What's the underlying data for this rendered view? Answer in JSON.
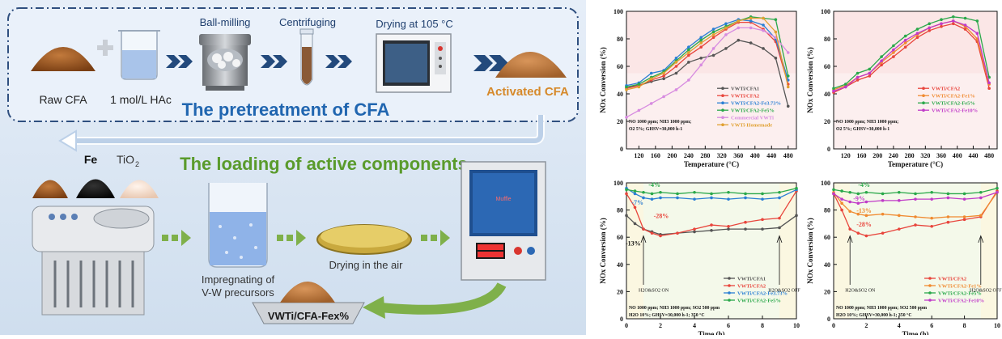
{
  "scheme": {
    "pretreat": {
      "raw": "Raw CFA",
      "hac": "1 mol/L HAc",
      "ball": "Ball-milling",
      "centri": "Centrifuging",
      "drying": "Drying at 105 °C",
      "activated": "Activated CFA",
      "title": "The pretreatment of CFA"
    },
    "loading": {
      "title": "The loading of active components",
      "fe": "Fe",
      "tio2": "TiO",
      "tio2_sub": "2",
      "impreg1": "Impregnating of",
      "impreg2": "V-W precursors",
      "dry_air": "Drying in the air",
      "product": "VWTi/CFA-Fex%",
      "oven_label": "Muffle"
    },
    "colors": {
      "bg": "#dce8f4",
      "frame": "#3a5a8a",
      "arrow": "#2e5d8c",
      "green": "#7fb04a",
      "blue_text": "#2166b0",
      "orange_text": "#d6892a"
    }
  },
  "chart_data": [
    {
      "type": "line",
      "xlabel": "Temperature (°C)",
      "ylabel": "NOx Conversion (%)",
      "xlim": [
        90,
        500
      ],
      "ylim": [
        0,
        100
      ],
      "xticks": [
        120,
        160,
        200,
        240,
        280,
        320,
        360,
        400,
        440,
        480
      ],
      "yticks": [
        0,
        20,
        40,
        60,
        80,
        100
      ],
      "x": [
        90,
        120,
        150,
        180,
        210,
        240,
        270,
        300,
        330,
        360,
        390,
        420,
        450,
        480
      ],
      "condition": [
        "NO 1000 ppm; NH3 1000 ppm;",
        "O2 5%; GHSV=30,000 h-1"
      ],
      "series": [
        {
          "name": "VWTi/CFA1",
          "color": "#555555",
          "values": [
            45,
            46,
            49,
            51,
            55,
            63,
            66,
            68,
            73,
            79,
            77,
            73,
            66,
            31
          ]
        },
        {
          "name": "VWTi/CFA2",
          "color": "#e8453c",
          "values": [
            44,
            46,
            50,
            53,
            60,
            68,
            74,
            81,
            87,
            92,
            92,
            87,
            78,
            47
          ]
        },
        {
          "name": "VWTi/CFA2-Fe3.73%",
          "color": "#2a7fd4",
          "values": [
            46,
            48,
            55,
            57,
            66,
            74,
            81,
            87,
            91,
            94,
            93,
            90,
            80,
            50
          ]
        },
        {
          "name": "VWTi/CFA2-Fe5%",
          "color": "#2aa84a",
          "values": [
            45,
            47,
            52,
            56,
            64,
            72,
            79,
            85,
            89,
            93,
            96,
            95,
            94,
            53
          ]
        },
        {
          "name": "Commercial VWTi",
          "color": "#d78be0",
          "values": [
            23,
            28,
            33,
            38,
            43,
            50,
            61,
            73,
            83,
            88,
            88,
            86,
            81,
            70
          ]
        },
        {
          "name": "VWTi-Homemade",
          "color": "#e0a030",
          "values": [
            43,
            45,
            51,
            55,
            63,
            70,
            77,
            83,
            88,
            93,
            95,
            95,
            85,
            45
          ]
        }
      ]
    },
    {
      "type": "line",
      "xlabel": "Temperature (°C)",
      "ylabel": "NOx Conversion (%)",
      "xlim": [
        90,
        500
      ],
      "ylim": [
        0,
        100
      ],
      "xticks": [
        120,
        160,
        200,
        240,
        280,
        320,
        360,
        400,
        440,
        480
      ],
      "yticks": [
        0,
        20,
        40,
        60,
        80,
        100
      ],
      "x": [
        90,
        120,
        150,
        180,
        210,
        240,
        270,
        300,
        330,
        360,
        390,
        420,
        450,
        480
      ],
      "condition": [
        "NO 1000 ppm; NH3 1000 ppm;",
        "O2 5%; GHSV=30,000 h-1"
      ],
      "series": [
        {
          "name": "VWTi/CFA2",
          "color": "#e8453c",
          "values": [
            41,
            45,
            50,
            53,
            61,
            67,
            74,
            81,
            86,
            89,
            91,
            87,
            78,
            44
          ]
        },
        {
          "name": "VWTi/CFA2-Fe1%",
          "color": "#f08a30",
          "values": [
            43,
            46,
            52,
            55,
            63,
            70,
            77,
            83,
            88,
            91,
            93,
            89,
            80,
            47
          ]
        },
        {
          "name": "VWTi/CFA2-Fe5%",
          "color": "#2aa84a",
          "values": [
            44,
            47,
            55,
            58,
            67,
            75,
            82,
            87,
            91,
            94,
            96,
            95,
            93,
            52
          ]
        },
        {
          "name": "VWTi/CFA2-Fe10%",
          "color": "#c03ac8",
          "values": [
            42,
            45,
            52,
            55,
            64,
            72,
            79,
            84,
            88,
            91,
            93,
            90,
            84,
            48
          ]
        }
      ]
    },
    {
      "type": "line",
      "xlabel": "Time (h)",
      "ylabel": "NOx Conversion (%)",
      "xlim": [
        0,
        10
      ],
      "ylim": [
        0,
        100
      ],
      "xticks": [
        0,
        2,
        4,
        6,
        8,
        10
      ],
      "yticks": [
        0,
        20,
        40,
        60,
        80,
        100
      ],
      "x": [
        0,
        0.5,
        1,
        1.5,
        2,
        3,
        4,
        5,
        6,
        7,
        8,
        9,
        10
      ],
      "events": [
        {
          "x": 1,
          "label": "H2O&SO2 ON"
        },
        {
          "x": 9,
          "label": "H2O&SO2 OFF"
        }
      ],
      "annotations": [
        "-4%",
        "-7%",
        "-28%",
        "-13%"
      ],
      "condition": [
        "NO 1000 ppm; NH3 1000 ppm; SO2 500 ppm",
        "H2O 10%; GHSV=30,000 h-1; 350 °C"
      ],
      "series": [
        {
          "name": "VWTi/CFA1",
          "color": "#555555",
          "values": [
            76,
            70,
            66,
            64,
            62,
            63,
            64,
            65,
            66,
            66,
            66,
            67,
            76
          ]
        },
        {
          "name": "VWTi/CFA2",
          "color": "#e8453c",
          "values": [
            92,
            82,
            66,
            63,
            61,
            63,
            66,
            69,
            68,
            71,
            73,
            74,
            94
          ]
        },
        {
          "name": "VWTi/CFA2-Fe3.73%",
          "color": "#2a7fd4",
          "values": [
            96,
            92,
            89,
            88,
            89,
            89,
            88,
            89,
            88,
            89,
            88,
            89,
            95
          ]
        },
        {
          "name": "VWTi/CFA2-Fe5%",
          "color": "#2aa84a",
          "values": [
            95,
            94,
            93,
            92,
            93,
            92,
            93,
            92,
            93,
            92,
            92,
            93,
            96
          ]
        }
      ]
    },
    {
      "type": "line",
      "xlabel": "Time (h)",
      "ylabel": "NOx Conversion (%)",
      "xlim": [
        0,
        10
      ],
      "ylim": [
        0,
        100
      ],
      "xticks": [
        0,
        2,
        4,
        6,
        8,
        10
      ],
      "yticks": [
        0,
        20,
        40,
        60,
        80,
        100
      ],
      "x": [
        0,
        0.5,
        1,
        1.5,
        2,
        3,
        4,
        5,
        6,
        7,
        8,
        9,
        10
      ],
      "events": [
        {
          "x": 1,
          "label": "H2O&SO2 ON"
        },
        {
          "x": 9,
          "label": "H2O&SO2 OFF"
        }
      ],
      "annotations": [
        "-4%",
        "-9%",
        "-13%",
        "-28%"
      ],
      "condition": [
        "NO 1000 ppm; NH3 1000 ppm; SO2 500 ppm",
        "H2O 10%; GHSV=30,000 h-1; 350 °C"
      ],
      "series": [
        {
          "name": "VWTi/CFA2",
          "color": "#e8453c",
          "values": [
            92,
            80,
            66,
            63,
            61,
            63,
            66,
            69,
            68,
            71,
            73,
            75,
            94
          ]
        },
        {
          "name": "VWTi/CFA2-Fe1%",
          "color": "#f08a30",
          "values": [
            93,
            85,
            79,
            77,
            76,
            77,
            76,
            75,
            74,
            75,
            75,
            76,
            93
          ]
        },
        {
          "name": "VWTi/CFA2-Fe5%",
          "color": "#2aa84a",
          "values": [
            95,
            94,
            93,
            92,
            93,
            92,
            93,
            92,
            93,
            92,
            92,
            93,
            96
          ]
        },
        {
          "name": "VWTi/CFA2-Fe10%",
          "color": "#c03ac8",
          "values": [
            92,
            88,
            86,
            85,
            86,
            87,
            87,
            88,
            88,
            89,
            88,
            89,
            93
          ]
        }
      ]
    }
  ]
}
